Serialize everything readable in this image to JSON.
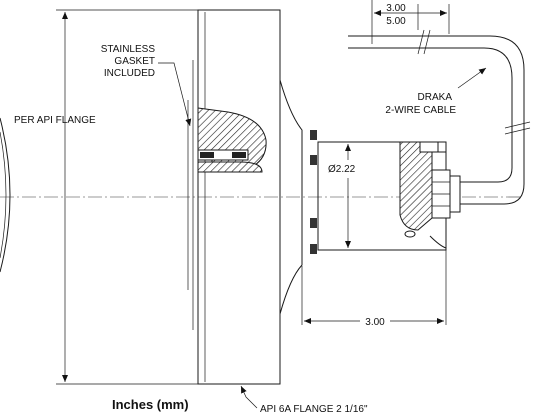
{
  "labels": {
    "gasket_line1": "STAINLESS",
    "gasket_line2": "GASKET",
    "gasket_line3": "INCLUDED",
    "flange": "PER API FLANGE",
    "cable_line1": "DRAKA",
    "cable_line2": "2-WIRE CABLE",
    "diameter": "Ø2.22",
    "dim_cable_short": "3.00",
    "dim_cable_long": "5.00",
    "dim_body": "3.00",
    "units": "Inches (mm)",
    "api_flange": "API 6A FLANGE 2 1/16\""
  }
}
